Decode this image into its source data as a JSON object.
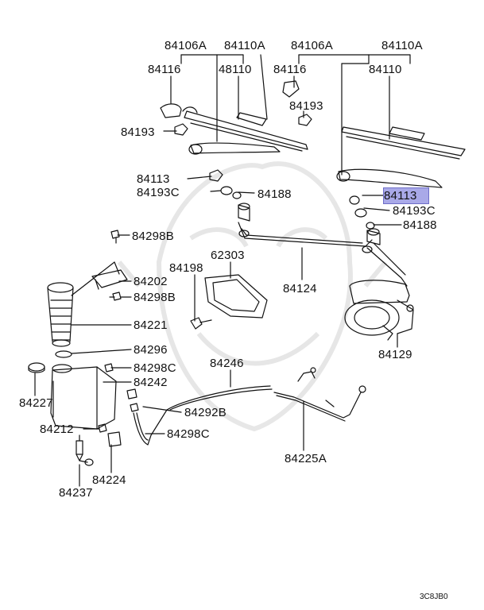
{
  "diagram": {
    "part_labels": [
      {
        "id": "p1",
        "text": "84106A"
      },
      {
        "id": "p2",
        "text": "84110A"
      },
      {
        "id": "p3",
        "text": "84106A"
      },
      {
        "id": "p4",
        "text": "84110A"
      },
      {
        "id": "p5",
        "text": "84116"
      },
      {
        "id": "p6",
        "text": "48110"
      },
      {
        "id": "p7",
        "text": "84116"
      },
      {
        "id": "p8",
        "text": "84110"
      },
      {
        "id": "p9",
        "text": "84193"
      },
      {
        "id": "p10",
        "text": "84193"
      },
      {
        "id": "p11",
        "text": "84113"
      },
      {
        "id": "p12",
        "text": "84193C"
      },
      {
        "id": "p13",
        "text": "84188"
      },
      {
        "id": "p14",
        "text": "84113",
        "highlighted": true
      },
      {
        "id": "p15",
        "text": "84193C"
      },
      {
        "id": "p16",
        "text": "84188"
      },
      {
        "id": "p17",
        "text": "84298B"
      },
      {
        "id": "p18",
        "text": "84198"
      },
      {
        "id": "p19",
        "text": "62303"
      },
      {
        "id": "p20",
        "text": "84202"
      },
      {
        "id": "p21",
        "text": "84298B"
      },
      {
        "id": "p22",
        "text": "84124"
      },
      {
        "id": "p23",
        "text": "84221"
      },
      {
        "id": "p24",
        "text": "84296"
      },
      {
        "id": "p25",
        "text": "84298C"
      },
      {
        "id": "p26",
        "text": "84129"
      },
      {
        "id": "p27",
        "text": "84227"
      },
      {
        "id": "p28",
        "text": "84242"
      },
      {
        "id": "p29",
        "text": "84246"
      },
      {
        "id": "p30",
        "text": "84292B"
      },
      {
        "id": "p31",
        "text": "84212"
      },
      {
        "id": "p32",
        "text": "84298C"
      },
      {
        "id": "p33",
        "text": "84225A"
      },
      {
        "id": "p34",
        "text": "84224"
      },
      {
        "id": "p35",
        "text": "84237"
      }
    ],
    "diagram_code": "3C8JB0",
    "colors": {
      "line": "#111111",
      "highlight_fill": "#a9a9e8",
      "highlight_border": "#6e6ec8",
      "watermark": "#e2e2e2"
    }
  }
}
